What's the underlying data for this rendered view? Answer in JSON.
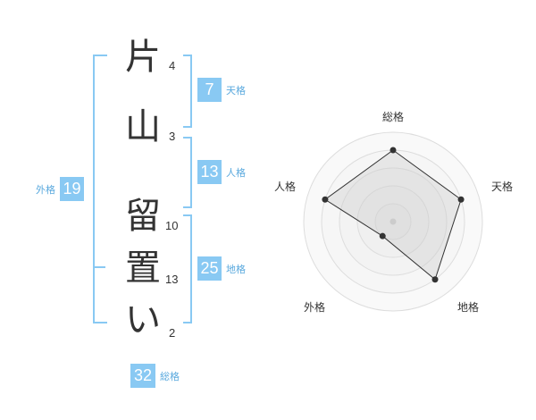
{
  "name": {
    "chars": [
      {
        "char": "片",
        "strokes": "4"
      },
      {
        "char": "山",
        "strokes": "3"
      },
      {
        "char": "留",
        "strokes": "10"
      },
      {
        "char": "置",
        "strokes": "13"
      },
      {
        "char": "い",
        "strokes": "2"
      }
    ]
  },
  "fortunes": {
    "tenkaku": {
      "value": "7",
      "label": "天格"
    },
    "jinkaku": {
      "value": "13",
      "label": "人格"
    },
    "chikaku": {
      "value": "25",
      "label": "地格"
    },
    "gaikaku": {
      "value": "19",
      "label": "外格"
    },
    "soukaku": {
      "value": "32",
      "label": "総格"
    }
  },
  "colors": {
    "accent": "#89c9f3",
    "label": "#5aa9de",
    "text": "#333333"
  },
  "chart_data": {
    "type": "radar",
    "axes": [
      "総格",
      "天格",
      "地格",
      "外格",
      "人格"
    ],
    "values": [
      4,
      4,
      4,
      1,
      4
    ],
    "rmax": 5,
    "rings": 5
  }
}
